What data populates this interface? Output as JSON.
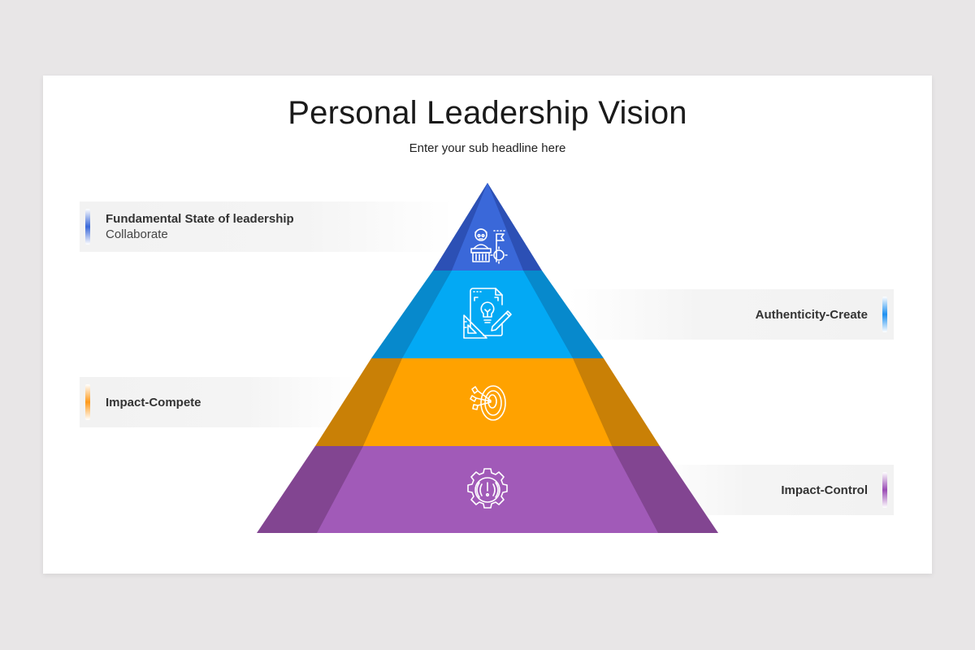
{
  "slide": {
    "title": "Personal Leadership Vision",
    "subtitle": "Enter your sub headline here"
  },
  "levels": [
    {
      "title": "Fundamental State of leadership",
      "subtitle": "Collaborate",
      "side": "left",
      "icon": "leader-podium-flag-icon",
      "color": "#3a68d9",
      "shade": "#2c50b5"
    },
    {
      "title": "Authenticity-Create",
      "subtitle": "",
      "side": "right",
      "icon": "idea-design-lightbulb-icon",
      "color": "#03a9f4",
      "shade": "#0789cc"
    },
    {
      "title": "Impact-Compete",
      "subtitle": "",
      "side": "left",
      "icon": "target-darts-icon",
      "color": "#ffa200",
      "shade": "#c98006"
    },
    {
      "title": "Impact-Control",
      "subtitle": "",
      "side": "right",
      "icon": "gear-alert-icon",
      "color": "#a15ab8",
      "shade": "#824591"
    }
  ]
}
